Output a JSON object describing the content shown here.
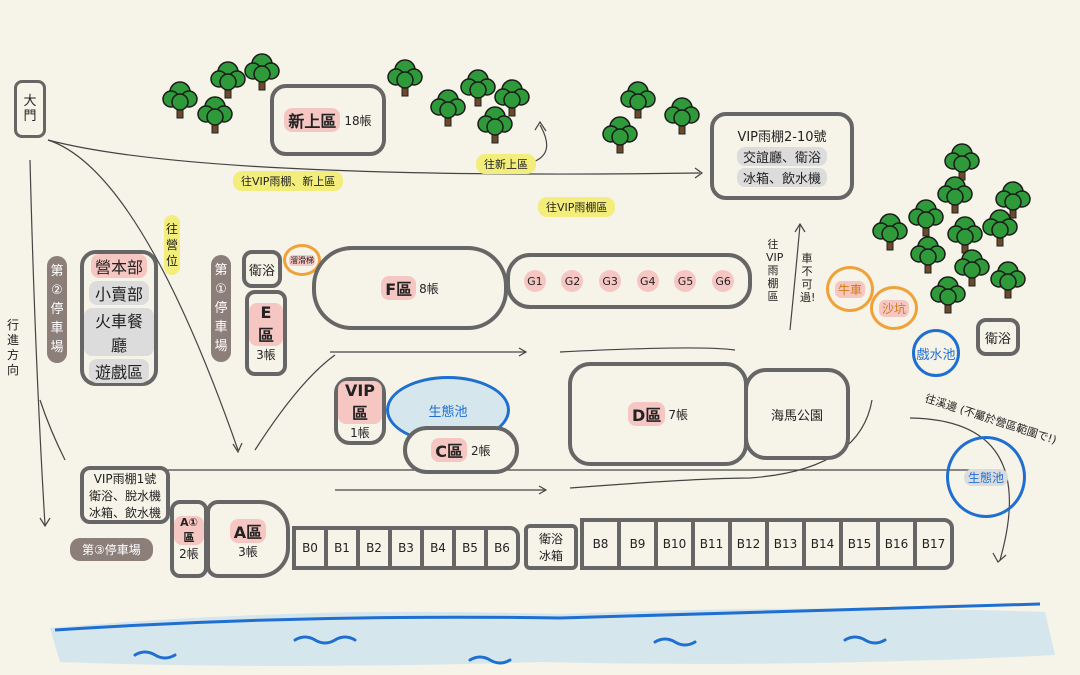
{
  "gate": "大門",
  "direction": "行進方向",
  "parking2": "第②停車場",
  "parking1": "第①停車場",
  "parking3": "第③停車場",
  "to_camp": "往營位",
  "to_vip_new": "往VIP雨棚、新上區",
  "to_new": "往新上區",
  "to_vip_area": "往VIP雨棚區",
  "to_vip_vertical": "往VIP雨棚區",
  "no_car": "車不可過!",
  "to_stream": "往溪邊 (不屬於營區範圍で!)",
  "new_zone": {
    "name": "新上區",
    "count": "18帳"
  },
  "vip2": {
    "title": "VIP雨棚2-10號",
    "line1": "交誼廳、衛浴",
    "line2": "冰箱、飲水機"
  },
  "hq": {
    "items": [
      "營本部",
      "小賣部",
      "火車餐廳",
      "遊戲區"
    ]
  },
  "bath_e": "衛浴",
  "slide": "溜滑梯",
  "e_zone": {
    "name": "E區",
    "count": "3帳"
  },
  "f_zone": {
    "name": "F區",
    "count": "8帳"
  },
  "g_sites": [
    "G1",
    "G2",
    "G3",
    "G4",
    "G5",
    "G6"
  ],
  "vip_zone": {
    "name": "VIP區",
    "count": "1帳"
  },
  "pond_center": "生態池",
  "c_zone": {
    "name": "C區",
    "count": "2帳"
  },
  "d_zone": {
    "name": "D區",
    "count": "7帳"
  },
  "seahorse": "海馬公園",
  "ox_cart": "牛車",
  "sandpit": "沙坑",
  "bath_right": "衛浴",
  "water_pool": "戲水池",
  "pond_right": "生態池",
  "vip1": {
    "title": "VIP雨棚1號",
    "line1": "衛浴、脫水機",
    "line2": "冰箱、飲水機"
  },
  "a1_zone": {
    "name": "A①區",
    "count": "2帳"
  },
  "a_zone": {
    "name": "A區",
    "count": "3帳"
  },
  "b_sites_left": [
    "B0",
    "B1",
    "B2",
    "B3",
    "B4",
    "B5",
    "B6"
  ],
  "bath_b": {
    "line1": "衛浴",
    "line2": "冰箱"
  },
  "b_sites_right": [
    "B8",
    "B9",
    "B10",
    "B11",
    "B12",
    "B13",
    "B14",
    "B15",
    "B16",
    "B17"
  ],
  "colors": {
    "outline": "#666666",
    "pink": "#f6c6c2",
    "yellow": "#f3ee7c",
    "blue": "#1f6fd0",
    "orange": "#f0a23a",
    "tree": "#2f9a3a",
    "trunk": "#6b4a2b",
    "river": "#d5e6ec",
    "parking": "#8c7e79"
  }
}
